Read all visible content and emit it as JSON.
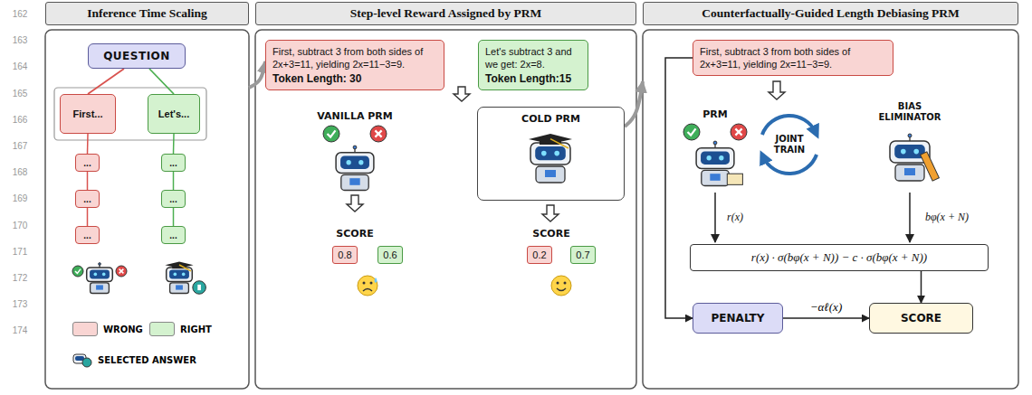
{
  "diagram": {
    "nodes": [
      {
        "text": [
          "Inference Time Scaling"
        ]
      },
      {
        "text": [
          "QUESTION"
        ],
        "in": 0
      },
      {
        "text": [
          "First..."
        ],
        "in": 0
      },
      {
        "text": [
          "Let's..."
        ],
        "in": 0
      },
      {
        "text": [
          "..."
        ],
        "in": 0
      },
      {
        "text": [
          "..."
        ],
        "in": 0
      },
      {
        "text": [
          "..."
        ],
        "in": 0
      },
      {
        "text": [
          "..."
        ],
        "in": 0
      },
      {
        "text": [
          "..."
        ],
        "in": 0
      },
      {
        "text": [
          "..."
        ],
        "in": 0
      },
      {
        "text": [
          "Step-level Reward Assigned by PRM"
        ]
      },
      {
        "text": [
          "First, subtract 3 from both sides of 2x+3=11, yielding 2x=11−3=9.",
          "Token Length: 30"
        ],
        "in": 10
      },
      {
        "text": [
          "Let's subtract 3 and we get: 2x=8.",
          "Token Length:15"
        ],
        "in": 10
      },
      {
        "text": [
          "COLD PRM"
        ],
        "in": 10
      },
      {
        "text": [
          "0.8"
        ],
        "in": 10
      },
      {
        "text": [
          "0.6"
        ],
        "in": 10
      },
      {
        "text": [
          "0.2"
        ],
        "in": 10
      },
      {
        "text": [
          "0.7"
        ],
        "in": 10
      },
      {
        "text": [
          "Counterfactually-Guided Length Debiasing PRM"
        ]
      },
      {
        "text": [
          "First, subtract 3 from both sides of 2x+3=11, yielding 2x=11−3=9."
        ],
        "in": 18
      },
      {
        "text": [
          "r(x) · σ(bφ(x + N)) − c · σ(bφ(x + N))"
        ],
        "in": 18
      },
      {
        "text": [
          "PENALTY"
        ],
        "in": 18
      },
      {
        "text": [
          "SCORE"
        ],
        "in": 18
      }
    ],
    "edges": [
      {
        "from": 1,
        "to": 2,
        "arrow": "none"
      },
      {
        "from": 1,
        "to": 3,
        "arrow": "none"
      },
      {
        "from": 2,
        "to": 4,
        "arrow": "none"
      },
      {
        "from": 4,
        "to": 5,
        "arrow": "none"
      },
      {
        "from": 5,
        "to": 6,
        "arrow": "none"
      },
      {
        "from": 3,
        "to": 7,
        "arrow": "none"
      },
      {
        "from": 7,
        "to": 8,
        "arrow": "none"
      },
      {
        "from": 8,
        "to": 9,
        "arrow": "none"
      },
      {
        "from": 0,
        "to": 11,
        "arrow": "to"
      },
      {
        "from": 13,
        "to": 18,
        "arrow": "to"
      },
      {
        "from": 19,
        "to": 21,
        "arrow": "to"
      },
      {
        "from": 20,
        "to": 22,
        "arrow": "to"
      },
      {
        "from": 21,
        "to": 22,
        "label": "−αℓ(x)",
        "arrow": "to"
      }
    ],
    "labels": [
      "162",
      "163",
      "164",
      "165",
      "166",
      "167",
      "168",
      "169",
      "170",
      "171",
      "172",
      "173",
      "174",
      "VANILLA PRM",
      "SCORE",
      "SCORE",
      "PRM",
      "JOINT TRAIN",
      "BIAS ELIMINATOR",
      "r(x)",
      "bφ(x + N)"
    ],
    "legend": [
      {
        "text": "WRONG",
        "color": "#f9d5d3"
      },
      {
        "text": "RIGHT",
        "color": "#d4f2cf"
      },
      {
        "text": "SELECTED ANSWER"
      }
    ]
  }
}
